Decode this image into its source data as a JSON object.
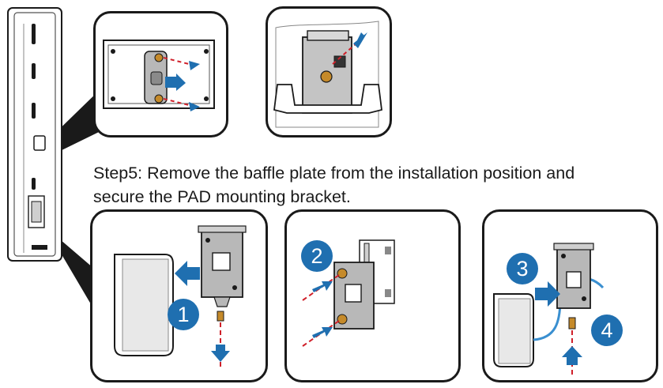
{
  "caption": {
    "line1": "Step5: Remove the baffle plate from the installation position and",
    "line2": "secure the PAD mounting bracket."
  },
  "badges": {
    "step1": "1",
    "step2": "2",
    "step3": "3",
    "step4": "4"
  },
  "colors": {
    "arrow_blue": "#1f6fb0",
    "dash_red": "#d0202a",
    "metal_gray": "#9a9a9a",
    "outline": "#1a1a1a",
    "cable_blue": "#3a8fd0"
  }
}
